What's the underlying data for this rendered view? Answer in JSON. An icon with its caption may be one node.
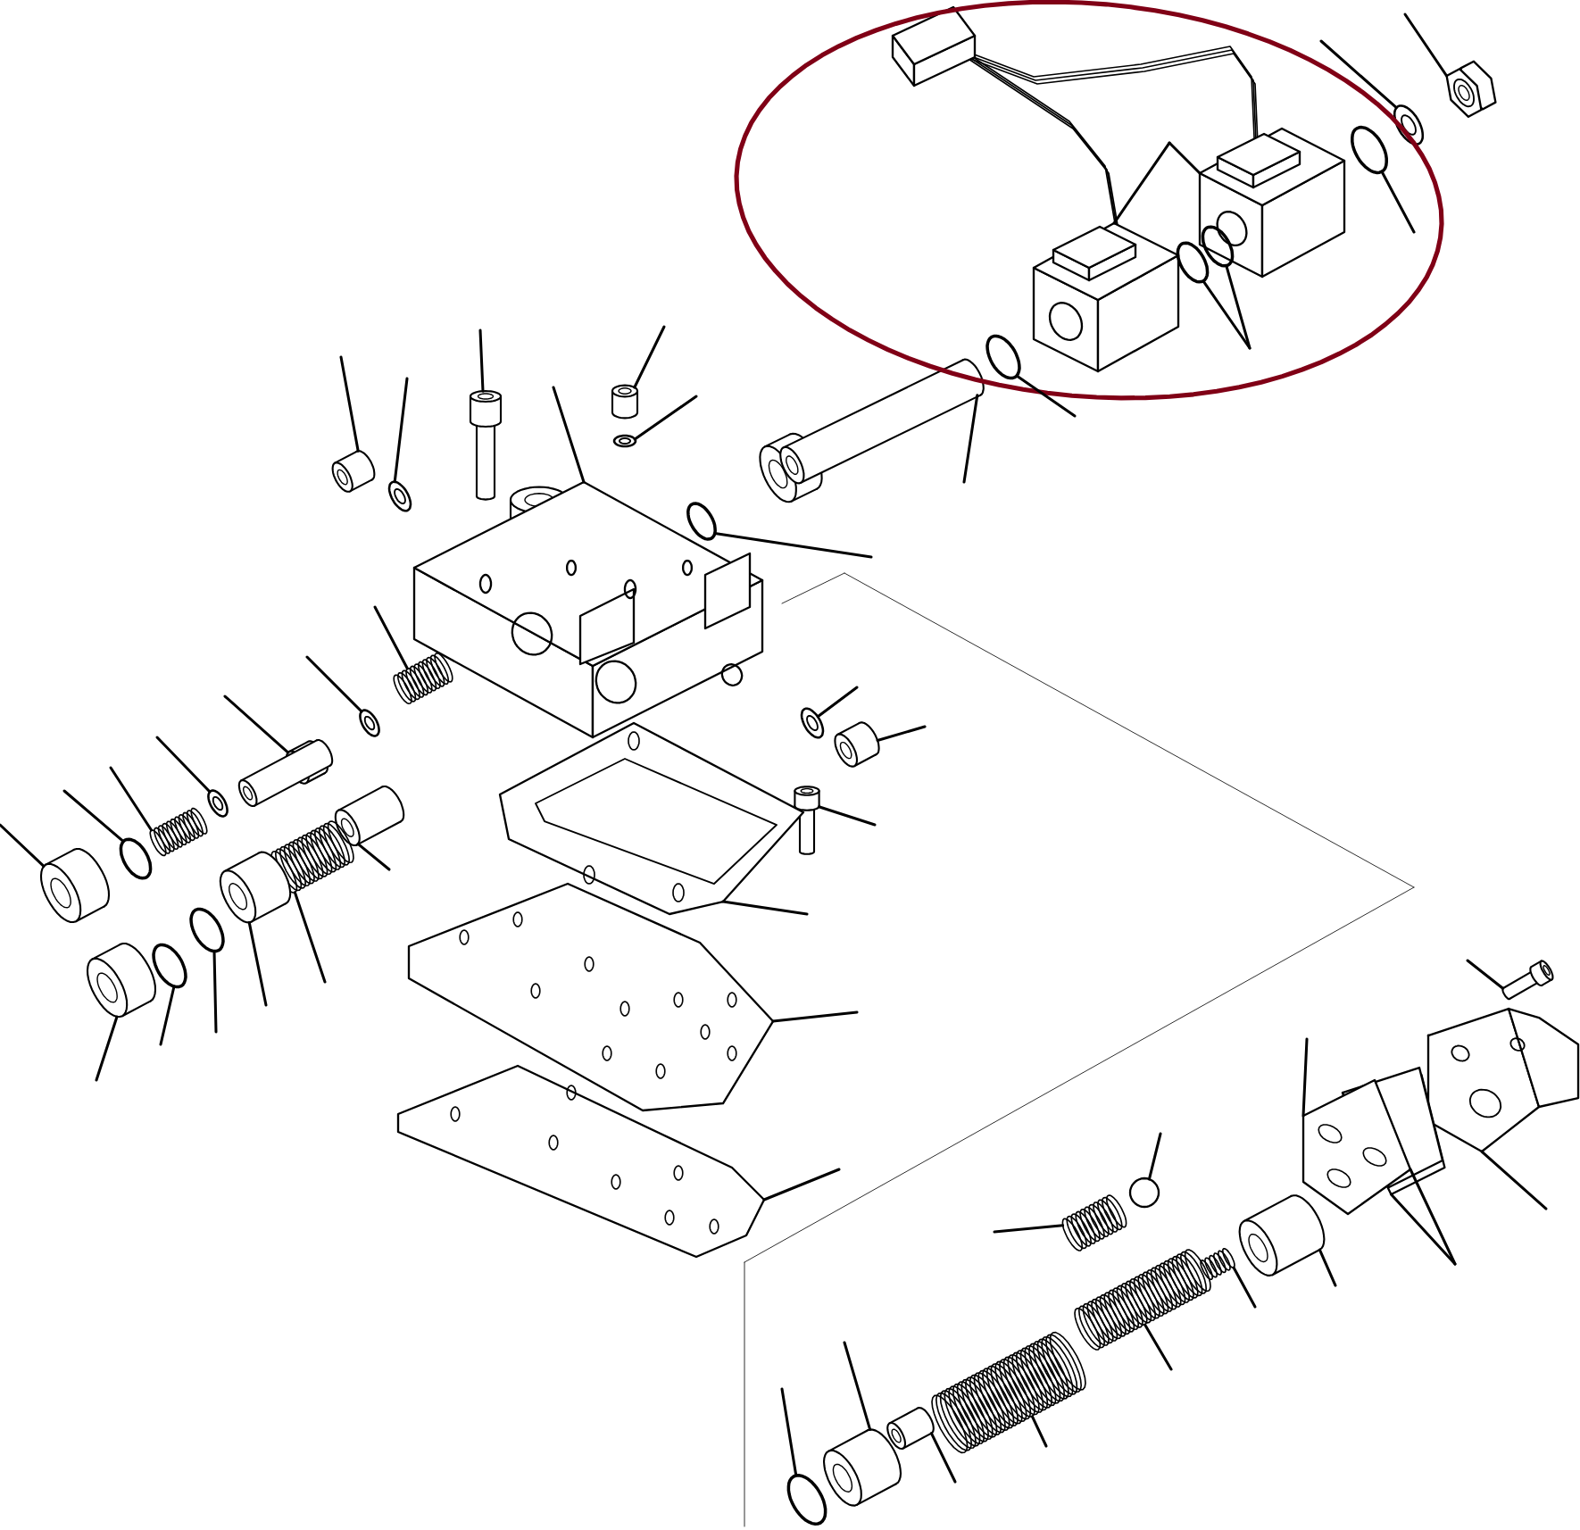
{
  "diagram": {
    "nodes": [
      {
        "text": [],
        "shape": "box"
      },
      {
        "text": [],
        "shape": "nut"
      },
      {
        "text": [],
        "shape": "washer"
      },
      {
        "text": [],
        "shape": "circle"
      },
      {
        "text": [],
        "shape": "box"
      },
      {
        "text": [],
        "shape": "box"
      },
      {
        "text": [],
        "shape": "circle"
      },
      {
        "text": [],
        "shape": "circle"
      },
      {
        "text": [],
        "shape": "circle"
      },
      {
        "text": [],
        "shape": "cylinder"
      },
      {
        "text": [],
        "shape": "circle"
      },
      {
        "text": [],
        "shape": "cylinder"
      },
      {
        "text": [],
        "shape": "washer"
      },
      {
        "text": [],
        "shape": "bolt"
      },
      {
        "text": [],
        "shape": "cylinder"
      },
      {
        "text": [],
        "shape": "washer"
      },
      {
        "text": [],
        "shape": "block"
      },
      {
        "text": [],
        "shape": "spring"
      },
      {
        "text": [],
        "shape": "washer"
      },
      {
        "text": [],
        "shape": "cylinder"
      },
      {
        "text": [],
        "shape": "washer"
      },
      {
        "text": [],
        "shape": "spring"
      },
      {
        "text": [],
        "shape": "circle"
      },
      {
        "text": [],
        "shape": "cylinder"
      },
      {
        "text": [],
        "shape": "cylinder"
      },
      {
        "text": [],
        "shape": "spring"
      },
      {
        "text": [],
        "shape": "cylinder"
      },
      {
        "text": [],
        "shape": "circle"
      },
      {
        "text": [],
        "shape": "circle"
      },
      {
        "text": [],
        "shape": "cylinder"
      },
      {
        "text": [],
        "shape": "washer"
      },
      {
        "text": [],
        "shape": "cylinder"
      },
      {
        "text": [],
        "shape": "bolt"
      },
      {
        "text": [],
        "shape": "plate"
      },
      {
        "text": [],
        "shape": "plate"
      },
      {
        "text": [],
        "shape": "plate"
      },
      {
        "text": [],
        "shape": "bolt"
      },
      {
        "text": [],
        "shape": "box"
      },
      {
        "text": [],
        "shape": "plate"
      },
      {
        "text": [],
        "shape": "plate"
      },
      {
        "text": [],
        "shape": "cylinder"
      },
      {
        "text": [],
        "shape": "spring"
      },
      {
        "text": [],
        "shape": "circle"
      },
      {
        "text": [],
        "shape": "spring"
      },
      {
        "text": [],
        "shape": "spring"
      },
      {
        "text": [],
        "shape": "spring"
      },
      {
        "text": [],
        "shape": "cylinder"
      },
      {
        "text": [],
        "shape": "cylinder"
      },
      {
        "text": [],
        "shape": "circle"
      }
    ],
    "edges": [
      {
        "from": null,
        "to": 1,
        "arrow": "none"
      },
      {
        "from": null,
        "to": 2,
        "arrow": "none"
      },
      {
        "from": null,
        "to": 3,
        "arrow": "none"
      },
      {
        "from": null,
        "to": 5,
        "arrow": "none"
      },
      {
        "from": null,
        "to": 4,
        "arrow": "none"
      },
      {
        "from": null,
        "to": 6,
        "arrow": "none"
      },
      {
        "from": null,
        "to": 7,
        "arrow": "none"
      },
      {
        "from": null,
        "to": 8,
        "arrow": "none"
      },
      {
        "from": null,
        "to": 9,
        "arrow": "none"
      },
      {
        "from": null,
        "to": 10,
        "arrow": "none"
      },
      {
        "from": null,
        "to": 11,
        "arrow": "none"
      },
      {
        "from": null,
        "to": 12,
        "arrow": "none"
      },
      {
        "from": null,
        "to": 13,
        "arrow": "none"
      },
      {
        "from": null,
        "to": 16,
        "arrow": "none"
      },
      {
        "from": null,
        "to": 14,
        "arrow": "none"
      },
      {
        "from": null,
        "to": 15,
        "arrow": "none"
      },
      {
        "from": null,
        "to": 17,
        "arrow": "none"
      },
      {
        "from": null,
        "to": 18,
        "arrow": "none"
      },
      {
        "from": null,
        "to": 19,
        "arrow": "none"
      },
      {
        "from": null,
        "to": 20,
        "arrow": "none"
      },
      {
        "from": null,
        "to": 21,
        "arrow": "none"
      },
      {
        "from": null,
        "to": 22,
        "arrow": "none"
      },
      {
        "from": null,
        "to": 23,
        "arrow": "none"
      },
      {
        "from": null,
        "to": 24,
        "arrow": "none"
      },
      {
        "from": null,
        "to": 25,
        "arrow": "none"
      },
      {
        "from": null,
        "to": 26,
        "arrow": "none"
      },
      {
        "from": null,
        "to": 27,
        "arrow": "none"
      },
      {
        "from": null,
        "to": 28,
        "arrow": "none"
      },
      {
        "from": null,
        "to": 29,
        "arrow": "none"
      },
      {
        "from": null,
        "to": 30,
        "arrow": "none"
      },
      {
        "from": null,
        "to": 31,
        "arrow": "none"
      },
      {
        "from": null,
        "to": 32,
        "arrow": "none"
      },
      {
        "from": null,
        "to": 33,
        "arrow": "none"
      },
      {
        "from": null,
        "to": 34,
        "arrow": "none"
      },
      {
        "from": null,
        "to": 35,
        "arrow": "none"
      },
      {
        "from": null,
        "to": 36,
        "arrow": "none"
      },
      {
        "from": null,
        "to": 37,
        "arrow": "none"
      },
      {
        "from": null,
        "to": 38,
        "arrow": "none"
      },
      {
        "from": null,
        "to": 38,
        "arrow": "none"
      },
      {
        "from": null,
        "to": 39,
        "arrow": "none"
      },
      {
        "from": null,
        "to": 40,
        "arrow": "none"
      },
      {
        "from": null,
        "to": 41,
        "arrow": "none"
      },
      {
        "from": null,
        "to": 42,
        "arrow": "none"
      },
      {
        "from": null,
        "to": 43,
        "arrow": "none"
      },
      {
        "from": null,
        "to": 44,
        "arrow": "none"
      },
      {
        "from": null,
        "to": 45,
        "arrow": "none"
      },
      {
        "from": null,
        "to": 46,
        "arrow": "none"
      },
      {
        "from": null,
        "to": 47,
        "arrow": "none"
      },
      {
        "from": null,
        "to": 48,
        "arrow": "none"
      }
    ]
  }
}
